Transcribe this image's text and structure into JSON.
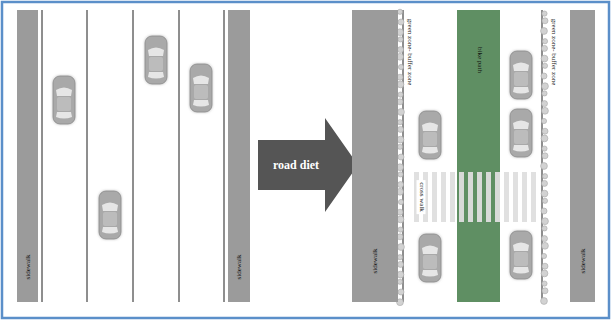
{
  "diagram": {
    "nodes": [
      {
        "text": [
          "sidewalk"
        ]
      },
      {
        "text": [
          "sidewalk"
        ]
      },
      {
        "text": [
          "road diet"
        ]
      },
      {
        "text": [
          "sidewalk"
        ]
      },
      {
        "text": [
          "bike path"
        ]
      },
      {
        "text": [
          "sidewalk"
        ]
      }
    ],
    "labels": [
      "green zone- buffer zone",
      "cross walk",
      "green zone- buffer zone"
    ]
  }
}
